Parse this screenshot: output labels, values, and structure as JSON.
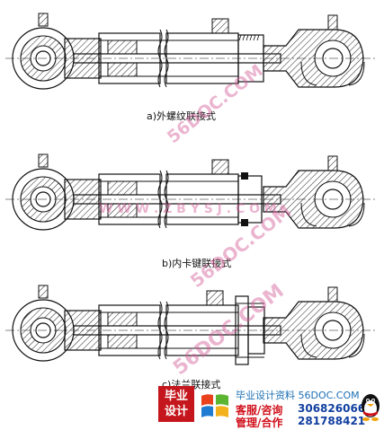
{
  "figure": {
    "captions": {
      "a": "a)外螺纹联接式",
      "b": "b)内卡键联接式",
      "c": "c)法兰联接式"
    }
  },
  "watermarks": {
    "site_text": "W W W . Z B Y S J . C O M",
    "diag_text": "56DOC.COM"
  },
  "banner": {
    "logo_top": "毕业",
    "logo_bottom": "设计",
    "site_name": "毕业设计资料 56DOC.COM",
    "service_label": "客服/咨询",
    "service_qq": "306826066",
    "manage_label": "管理/合作",
    "manage_qq": "281788421"
  },
  "colors": {
    "line": "#111111",
    "hatch": "#333333",
    "watermark": "#d25a96",
    "logo_red": "#c4161c",
    "site_blue": "#1b6fb5",
    "contact_red": "#d0101b",
    "contact_blue": "#1240a0"
  }
}
